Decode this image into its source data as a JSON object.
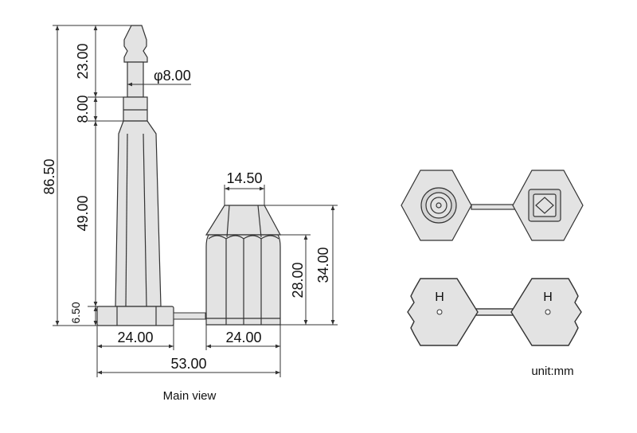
{
  "drawing": {
    "caption": "Main view",
    "unit_note": "unit:mm",
    "bolt_dims": {
      "total_height": "86.50",
      "top_tip": "23.00",
      "neck": "8.00",
      "shaft": "49.00",
      "base": "6.50",
      "diameter": "φ8.00",
      "base_width": "24.00"
    },
    "barrel_dims": {
      "top_width": "14.50",
      "body_height": "28.00",
      "total_height": "34.00",
      "base_width": "24.00"
    },
    "overall_width": "53.00",
    "bottom_view_marks": [
      "H",
      "H"
    ]
  },
  "colors": {
    "line": "#333333",
    "fill": "#e3e3e3",
    "dark_fill": "#cfcfcf"
  }
}
